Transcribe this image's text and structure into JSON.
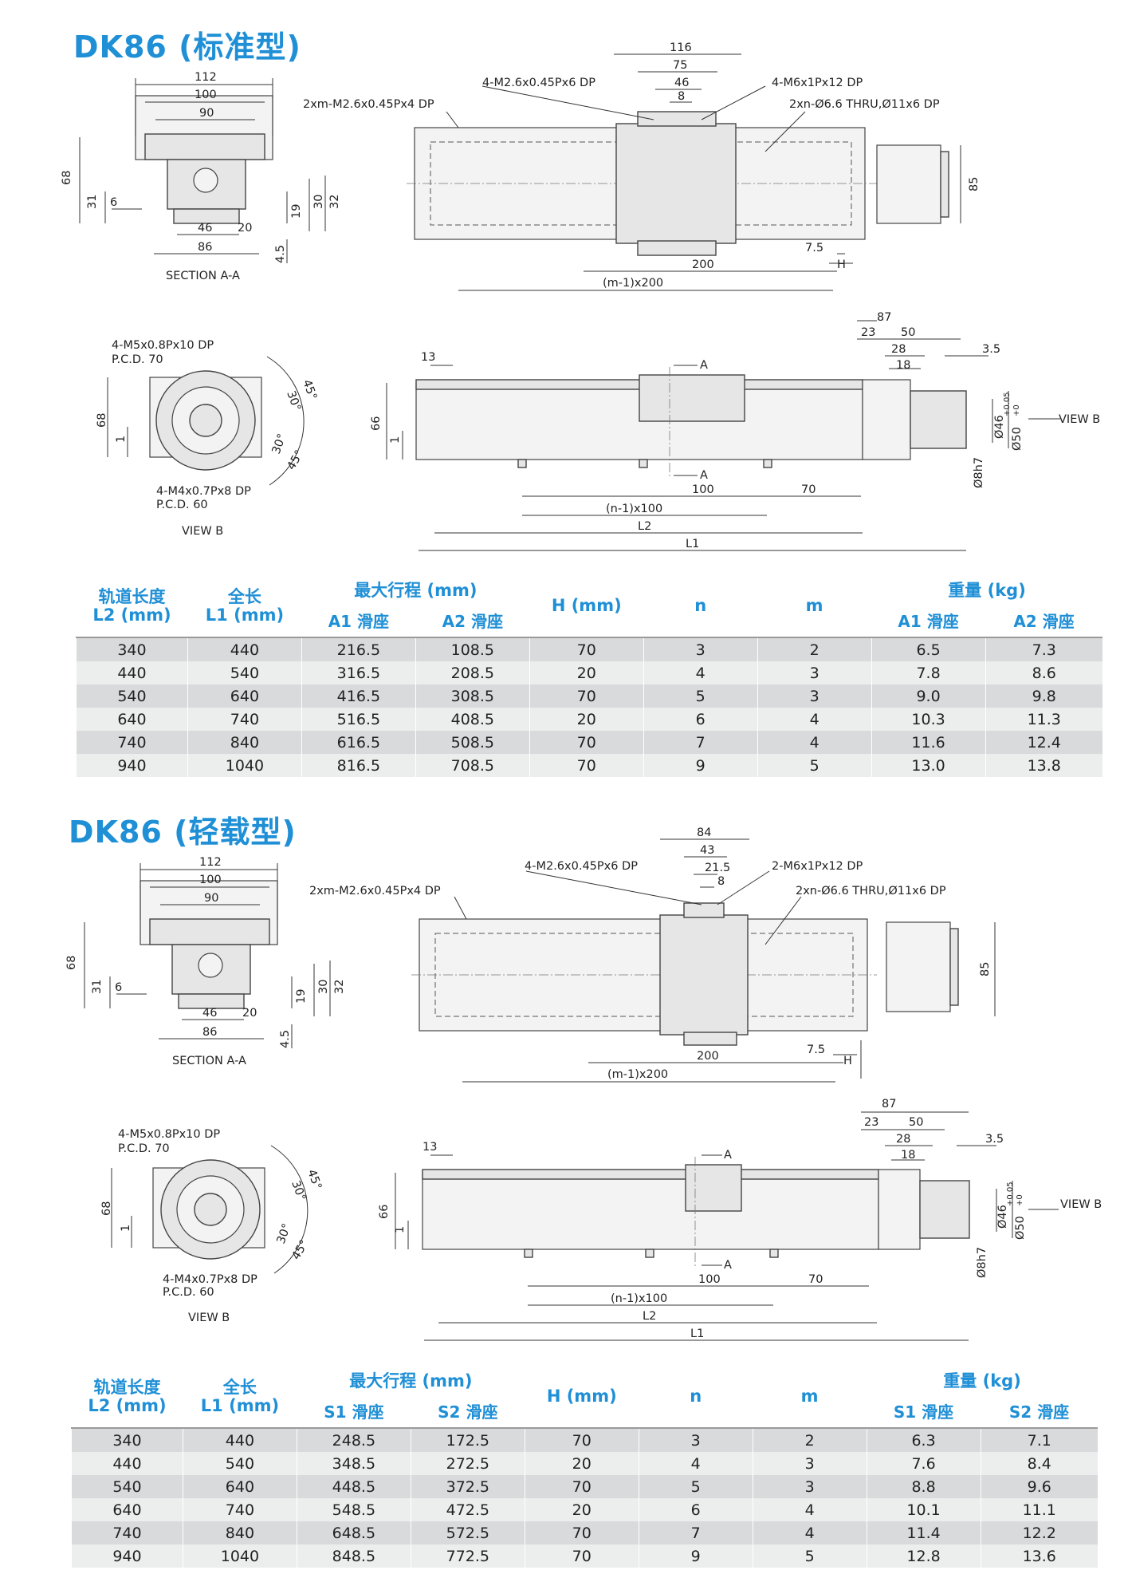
{
  "sections": [
    {
      "title": "DK86 (标准型)",
      "section_a": {
        "dims": {
          "w112": "112",
          "w100": "100",
          "w90": "90",
          "h68": "68",
          "h31": "31",
          "d6": "6",
          "w46": "46",
          "w20": "20",
          "w86": "86",
          "h19": "19",
          "h30": "30",
          "h32": "32",
          "h45": "4.5"
        },
        "label": "SECTION A-A"
      },
      "top_view": {
        "dims": {
          "w116": "116",
          "w75": "75",
          "w46": "46",
          "w8": "8",
          "h85": "85",
          "d75": "7.5",
          "w200": "200",
          "h": "H",
          "pitch": "(m-1)x200"
        },
        "callouts": {
          "c1": "4-M2.6x0.45Px6 DP",
          "c2": "4-M6x1Px12 DP",
          "c3": "2xm-M2.6x0.45Px4 DP",
          "c4": "2xn-Ø6.6 THRU,Ø11x6 DP"
        }
      },
      "view_b": {
        "callouts": {
          "c1": "4-M5x0.8Px10 DP",
          "c2": "P.C.D. 70",
          "c3": "4-M4x0.7Px8 DP",
          "c4": "P.C.D. 60"
        },
        "dims": {
          "h68": "68",
          "h1": "1",
          "a45a": "45°",
          "a30a": "30°",
          "a30b": "30°",
          "a45b": "45°"
        },
        "label": "VIEW B"
      },
      "side_view": {
        "dims": {
          "w87": "87",
          "w23": "23",
          "w50": "50",
          "w28": "28",
          "w18": "18",
          "w35": "3.5",
          "w13": "13",
          "h66": "66",
          "h1": "1",
          "aA1": "A",
          "aA2": "A",
          "w100": "100",
          "w70": "70",
          "pitch": "(n-1)x100",
          "l2": "L2",
          "l1": "L1",
          "d46": "Ø46",
          "d50": "Ø50",
          "tol_up": "+0.05",
          "tol_dn": "+0",
          "d8": "Ø8h7"
        },
        "view_label": "VIEW B"
      },
      "table": {
        "headers": {
          "rail": "轨道长度",
          "rail_unit": "L2 (mm)",
          "len": "全长",
          "len_unit": "L1 (mm)",
          "stroke": "最大行程 (mm)",
          "s1": "A1 滑座",
          "s2": "A2 滑座",
          "h": "H (mm)",
          "n": "n",
          "m": "m",
          "weight": "重量 (kg)",
          "w1": "A1 滑座",
          "w2": "A2 滑座"
        },
        "rows": [
          [
            "340",
            "440",
            "216.5",
            "108.5",
            "70",
            "3",
            "2",
            "6.5",
            "7.3"
          ],
          [
            "440",
            "540",
            "316.5",
            "208.5",
            "20",
            "4",
            "3",
            "7.8",
            "8.6"
          ],
          [
            "540",
            "640",
            "416.5",
            "308.5",
            "70",
            "5",
            "3",
            "9.0",
            "9.8"
          ],
          [
            "640",
            "740",
            "516.5",
            "408.5",
            "20",
            "6",
            "4",
            "10.3",
            "11.3"
          ],
          [
            "740",
            "840",
            "616.5",
            "508.5",
            "70",
            "7",
            "4",
            "11.6",
            "12.4"
          ],
          [
            "940",
            "1040",
            "816.5",
            "708.5",
            "70",
            "9",
            "5",
            "13.0",
            "13.8"
          ]
        ]
      }
    },
    {
      "title": "DK86 (轻载型)",
      "section_a": {
        "dims": {
          "w112": "112",
          "w100": "100",
          "w90": "90",
          "h68": "68",
          "h31": "31",
          "d6": "6",
          "w46": "46",
          "w20": "20",
          "w86": "86",
          "h19": "19",
          "h30": "30",
          "h32": "32",
          "h45": "4.5"
        },
        "label": "SECTION A-A"
      },
      "top_view": {
        "dims": {
          "w116": "84",
          "w75": "43",
          "w46": "21.5",
          "w8": "8",
          "h85": "85",
          "d75": "7.5",
          "w200": "200",
          "h": "H",
          "pitch": "(m-1)x200"
        },
        "callouts": {
          "c1": "4-M2.6x0.45Px6 DP",
          "c2": "2-M6x1Px12 DP",
          "c3": "2xm-M2.6x0.45Px4 DP",
          "c4": "2xn-Ø6.6 THRU,Ø11x6 DP"
        }
      },
      "view_b": {
        "callouts": {
          "c1": "4-M5x0.8Px10 DP",
          "c2": "P.C.D. 70",
          "c3": "4-M4x0.7Px8 DP",
          "c4": "P.C.D. 60"
        },
        "dims": {
          "h68": "68",
          "h1": "1",
          "a45a": "45°",
          "a30a": "30°",
          "a30b": "30°",
          "a45b": "45°"
        },
        "label": "VIEW B"
      },
      "side_view": {
        "dims": {
          "w87": "87",
          "w23": "23",
          "w50": "50",
          "w28": "28",
          "w18": "18",
          "w35": "3.5",
          "w13": "13",
          "h66": "66",
          "h1": "1",
          "aA1": "A",
          "aA2": "A",
          "w100": "100",
          "w70": "70",
          "pitch": "(n-1)x100",
          "l2": "L2",
          "l1": "L1",
          "d46": "Ø46",
          "d50": "Ø50",
          "tol_up": "+0.05",
          "tol_dn": "+0",
          "d8": "Ø8h7"
        },
        "view_label": "VIEW B"
      },
      "table": {
        "headers": {
          "rail": "轨道长度",
          "rail_unit": "L2 (mm)",
          "len": "全长",
          "len_unit": "L1 (mm)",
          "stroke": "最大行程 (mm)",
          "s1": "S1 滑座",
          "s2": "S2 滑座",
          "h": "H (mm)",
          "n": "n",
          "m": "m",
          "weight": "重量 (kg)",
          "w1": "S1 滑座",
          "w2": "S2 滑座"
        },
        "rows": [
          [
            "340",
            "440",
            "248.5",
            "172.5",
            "70",
            "3",
            "2",
            "6.3",
            "7.1"
          ],
          [
            "440",
            "540",
            "348.5",
            "272.5",
            "20",
            "4",
            "3",
            "7.6",
            "8.4"
          ],
          [
            "540",
            "640",
            "448.5",
            "372.5",
            "70",
            "5",
            "3",
            "8.8",
            "9.6"
          ],
          [
            "640",
            "740",
            "548.5",
            "472.5",
            "20",
            "6",
            "4",
            "10.1",
            "11.1"
          ],
          [
            "740",
            "840",
            "648.5",
            "572.5",
            "70",
            "7",
            "4",
            "11.4",
            "12.2"
          ],
          [
            "940",
            "1040",
            "848.5",
            "772.5",
            "70",
            "9",
            "5",
            "12.8",
            "13.6"
          ]
        ]
      }
    }
  ]
}
